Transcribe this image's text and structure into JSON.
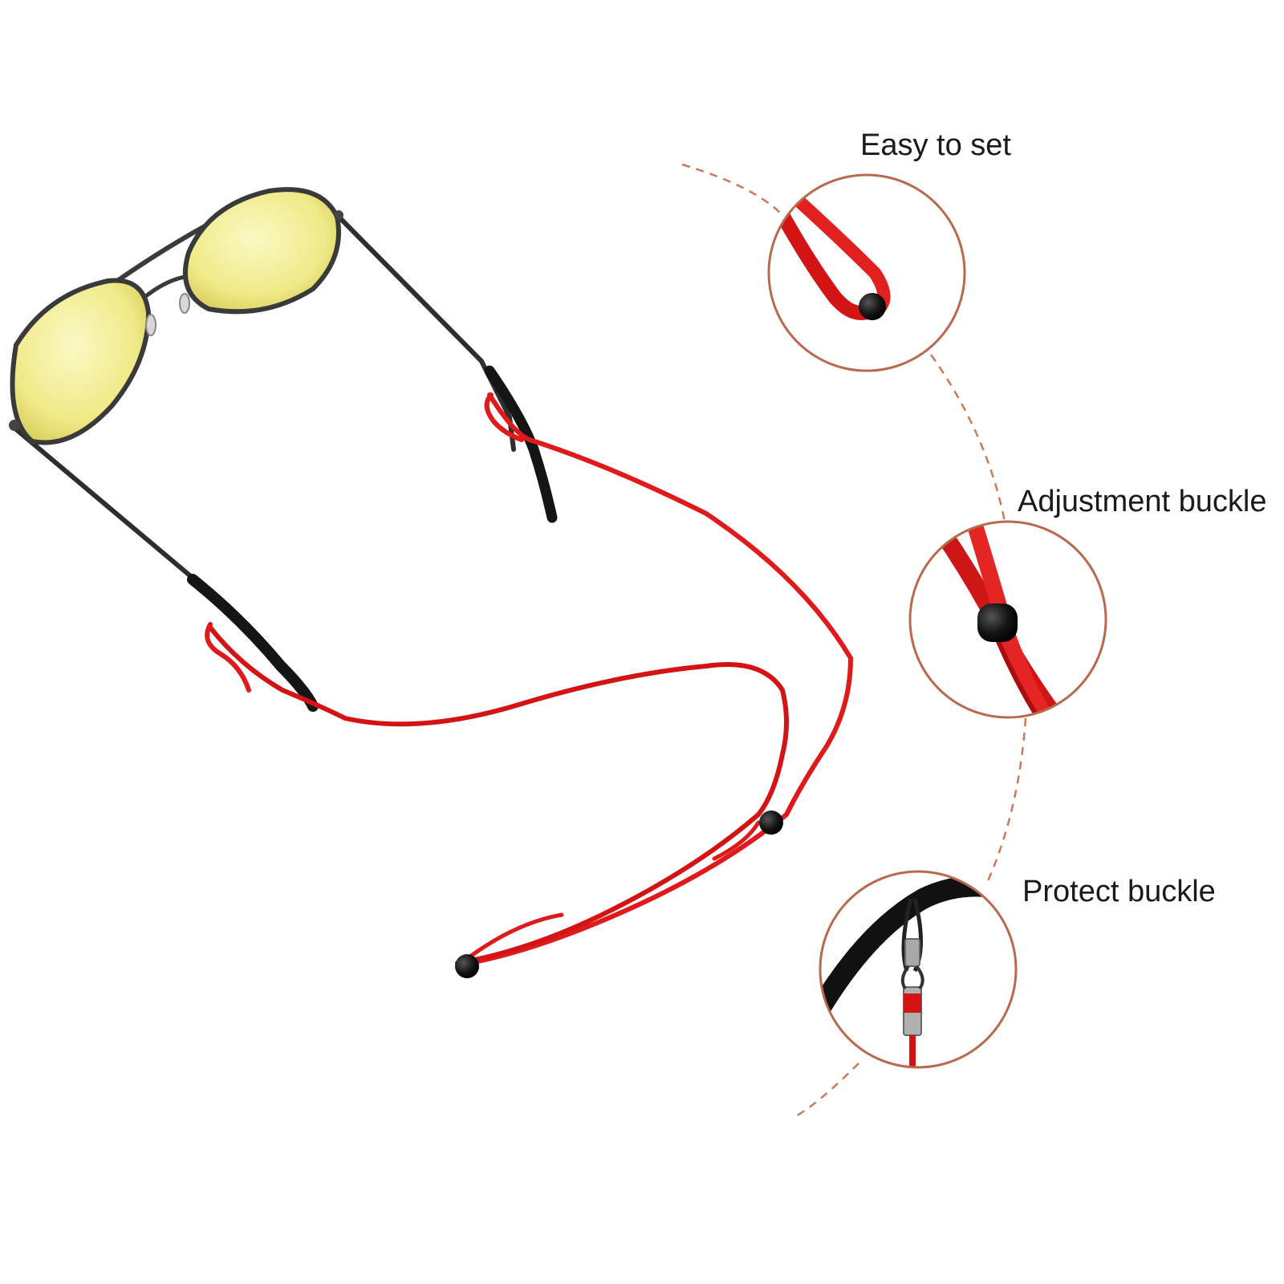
{
  "callouts": [
    {
      "label": "Easy to set"
    },
    {
      "label": "Adjustment buckle"
    },
    {
      "label": "Protect buckle"
    }
  ],
  "colors": {
    "cord": "#e01a1a",
    "cord_dark": "#b50f0f",
    "lens": "#f2ee8e",
    "frame": "#3a3a3a",
    "bead": "#111111",
    "dashed_arc": "#c87a5a",
    "circle_border": "#b86a4e"
  },
  "icons": [
    "sunglasses",
    "cord",
    "bead"
  ]
}
